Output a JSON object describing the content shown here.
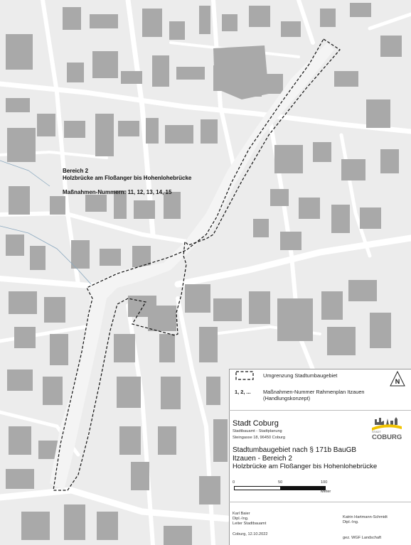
{
  "area_label": {
    "line1": "Bereich 2",
    "line2": "Holzbrücke am Floßanger bis Hohenlohebrücke",
    "line3": "Maßnahmen-Nummern: 11, 12, 13, 14, 15"
  },
  "legend": {
    "boundary_label": "Umgrenzung Stadtumbaugebiet",
    "numbers_symbol": "1, 2, ...",
    "numbers_label_1": "Maßnahmen-Nummer Rahmenplan Itzauen",
    "numbers_label_2": "(Handlungskonzept)"
  },
  "north_arrow": {
    "letter": "N",
    "icon": "north-arrow-icon"
  },
  "office": {
    "city": "Stadt Coburg",
    "dept": "Stadtbauamt - Stadtplanung",
    "address": "Steingasse 18, 96450 Coburg"
  },
  "logo": {
    "text": "COBURG",
    "small": "STADT",
    "colors": [
      "#f2c300",
      "#5a5a5a"
    ]
  },
  "plan_title": {
    "line1": "Stadtumbaugebiet nach § 171b BauGB",
    "line2": "Itzauen - Bereich 2",
    "line3": "Holzbrücke am Floßanger bis Hohenlohebrücke"
  },
  "scale": {
    "t0": "0",
    "t1": "50",
    "t2": "100",
    "unit": "Meter"
  },
  "signatures": {
    "left_name": "Karl Baier",
    "left_title": "Dipl.-Ing.",
    "left_role": "Leiter Stadtbauamt",
    "left_date": "Coburg, 12.10.2022",
    "right_name": "Katrin Hartmann-Schmidt",
    "right_title": "Dipl.-Ing.",
    "right_signed": "gez. WGF Landschaft"
  },
  "colors": {
    "building": "#a9a9a9",
    "street": "#ffffff",
    "block": "#ececec",
    "boundary": "#111111"
  }
}
